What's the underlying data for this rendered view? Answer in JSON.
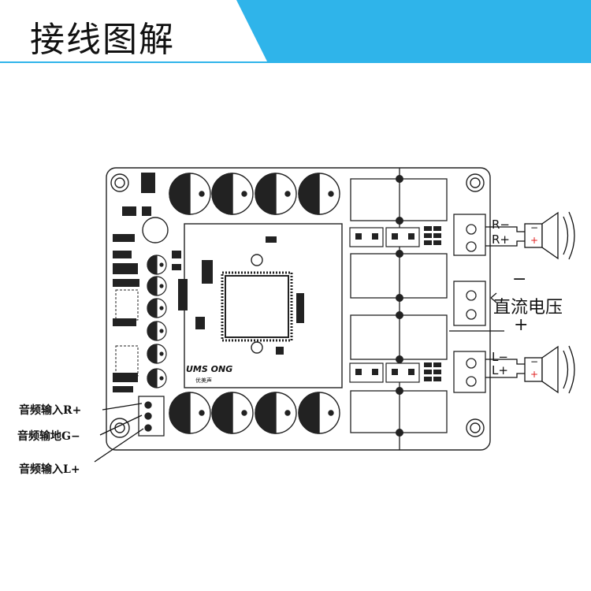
{
  "title": "接线图解",
  "colors": {
    "banner": "#2fb4ea",
    "board_stroke": "#222222",
    "plus_red": "#e02020"
  },
  "inputs": {
    "r_plus": "音频输入R+",
    "ground": "音频输地G−",
    "l_plus": "音频输入L+"
  },
  "dc": {
    "minus": "−",
    "label": "直流电压",
    "plus": "+"
  },
  "outputs": {
    "r_minus": "R−",
    "r_plus": "R+",
    "l_minus": "L−",
    "l_plus": "L+"
  },
  "brand": {
    "logo": "UMS ONG",
    "sub": "优美声"
  },
  "speaker_marks": {
    "minus": "−",
    "plus": "+"
  }
}
